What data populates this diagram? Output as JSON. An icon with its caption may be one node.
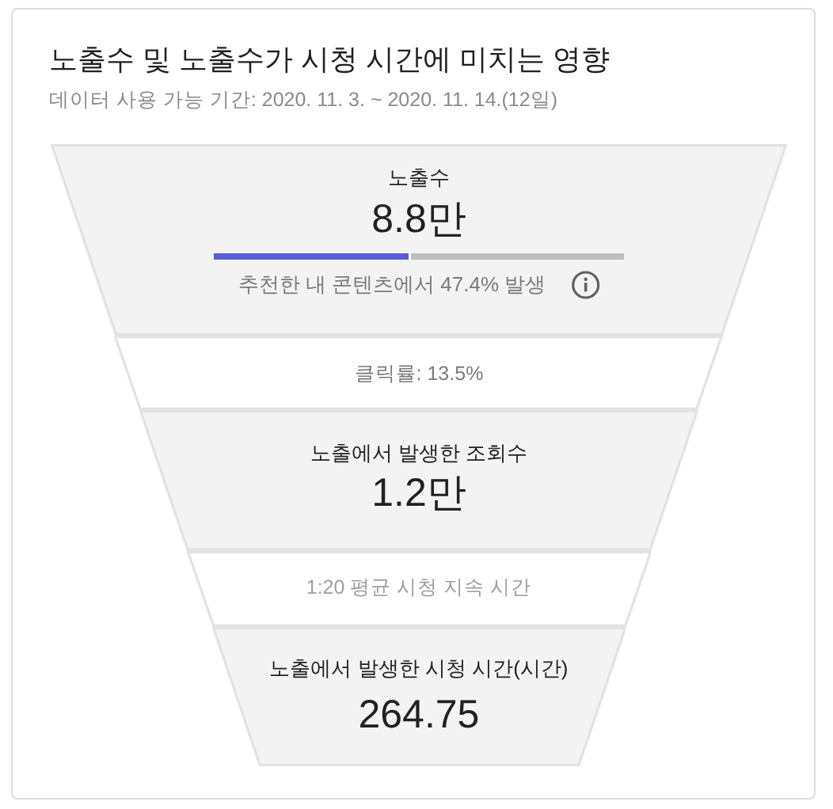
{
  "diagram": {
    "title": "노출수 및 노출수가 시청 시간에 미치는 영향",
    "nodes": [
      {
        "text": [
          "노출수",
          "8.8만",
          "추천한 내 콘텐츠에서 47.4% 발생"
        ]
      },
      {
        "text": [
          "클릭률: 13.5%"
        ]
      },
      {
        "text": [
          "노출에서 발생한 조회수",
          "1.2만"
        ]
      },
      {
        "text": [
          "1:20 평균 시청 지속 시간"
        ]
      },
      {
        "text": [
          "노출에서 발생한 시청 시간(시간)",
          "264.75"
        ]
      }
    ],
    "labels": [
      "데이터 사용 가능 기간: 2020. 11. 3. ~ 2020. 11. 14.(12일)"
    ]
  }
}
